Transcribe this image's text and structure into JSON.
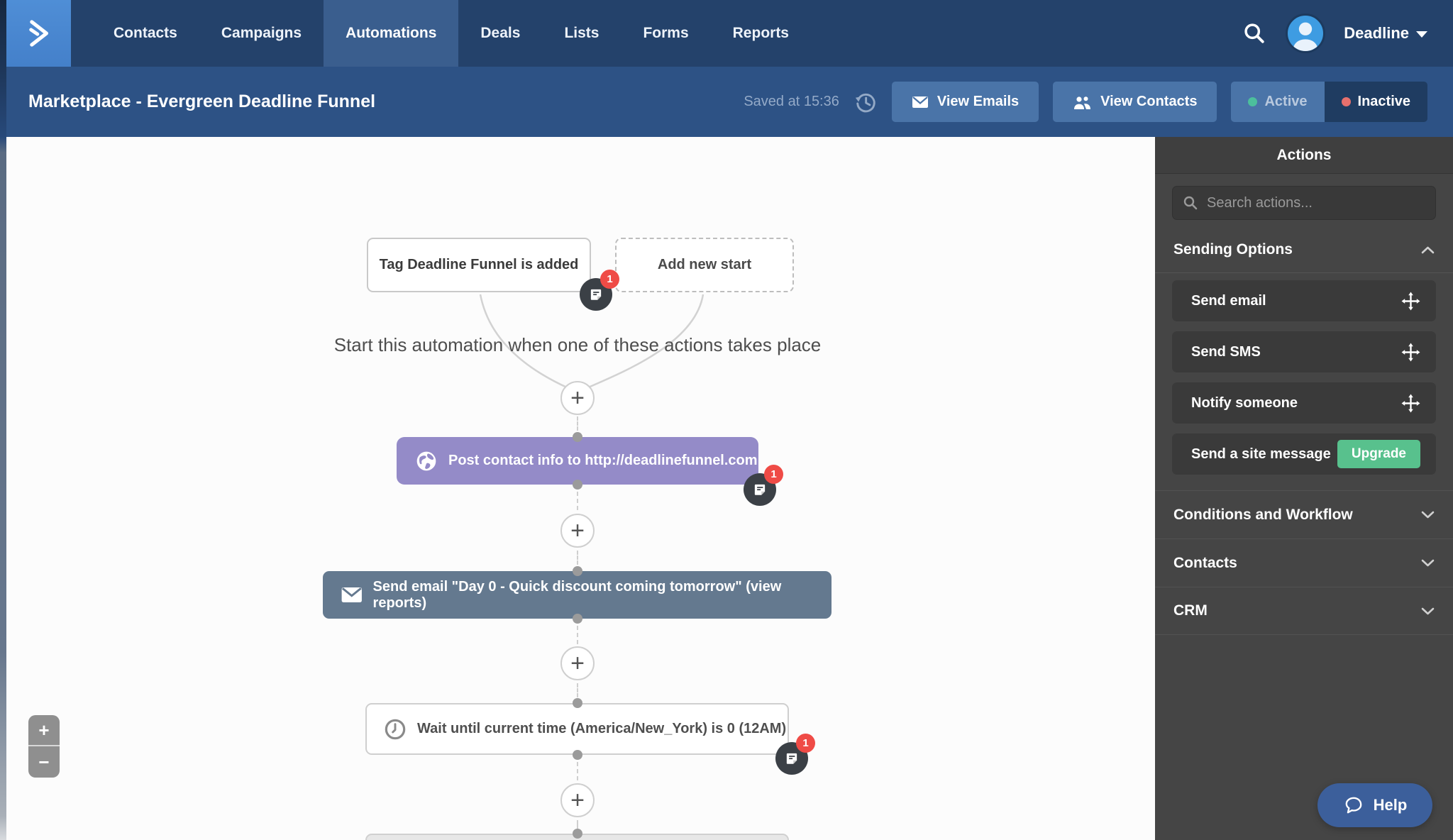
{
  "nav": {
    "items": [
      {
        "label": "Contacts"
      },
      {
        "label": "Campaigns"
      },
      {
        "label": "Automations"
      },
      {
        "label": "Deals"
      },
      {
        "label": "Lists"
      },
      {
        "label": "Forms"
      },
      {
        "label": "Reports"
      }
    ],
    "active_item": "Automations",
    "account_label": "Deadline"
  },
  "header": {
    "title": "Marketplace - Evergreen Deadline Funnel",
    "saved_status": "Saved at 15:36",
    "view_emails_label": "View Emails",
    "view_contacts_label": "View Contacts",
    "active_label": "Active",
    "inactive_label": "Inactive",
    "state": "Inactive"
  },
  "canvas": {
    "heading": "Start this automation when one of these actions takes place",
    "trigger_label": "Tag Deadline Funnel is added",
    "add_new_start_label": "Add new start",
    "plus_glyph": "+",
    "note_count": "1",
    "webhook_node": {
      "label": "Post contact info to http://deadlinefunnel.com",
      "color": "#948bc8"
    },
    "email_node": {
      "label": "Send email \"Day 0 - Quick discount coming tomorrow\" (view reports)",
      "color": "#64798f"
    },
    "wait_node": {
      "label": "Wait until current time (America/New_York) is 0 (12AM)"
    }
  },
  "zoom_controls": {
    "zoom_in": "+",
    "zoom_out": "−"
  },
  "sidebar": {
    "title": "Actions",
    "search_placeholder": "Search actions...",
    "sections": [
      {
        "label": "Sending Options",
        "expanded": true
      },
      {
        "label": "Conditions and Workflow",
        "expanded": false
      },
      {
        "label": "Contacts",
        "expanded": false
      },
      {
        "label": "CRM",
        "expanded": false
      }
    ],
    "action_items": [
      {
        "label": "Send email"
      },
      {
        "label": "Send SMS"
      },
      {
        "label": "Notify someone"
      },
      {
        "label": "Send a site message",
        "upgrade": true
      }
    ],
    "upgrade_label": "Upgrade"
  },
  "help": {
    "label": "Help"
  },
  "colors": {
    "nav_bg": "#24426b",
    "nav_active_bg": "#3a5e8e",
    "logo_bg": "#4a87d0",
    "titlebar_bg": "#2d5285",
    "button_bg": "#4a74a8",
    "inactive_bg": "#1f3c61",
    "active_dot": "#4cbf9c",
    "inactive_dot": "#e7706d",
    "webhook_purple": "#948bc8",
    "email_slate": "#64798f",
    "upgrade_green": "#58c18d",
    "badge_red": "#ef4b46",
    "sidebar_bg": "#454545",
    "help_blue": "#3c5f9b"
  }
}
